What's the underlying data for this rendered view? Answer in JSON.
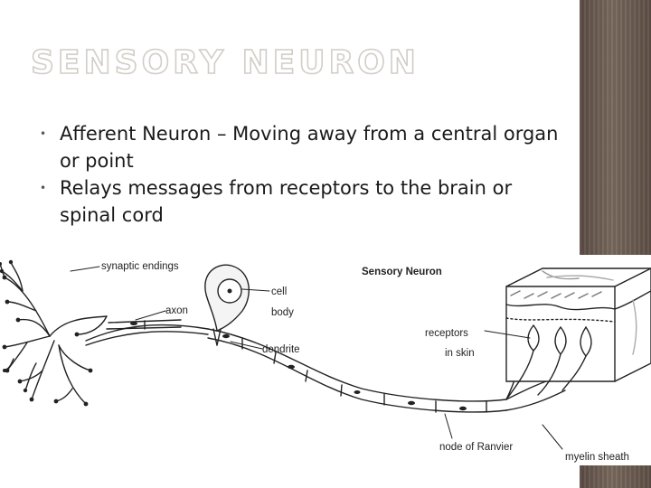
{
  "slide": {
    "title": "SENSORY NEURON",
    "bullets": [
      "Afferent Neuron – Moving away from a central organ or point",
      "Relays messages from receptors to the brain or spinal cord"
    ]
  },
  "diagram": {
    "heading": "Sensory Neuron",
    "labels": {
      "synaptic_endings": "synaptic endings",
      "axon": "axon",
      "cell": "cell",
      "body": "body",
      "dendrite": "dendrite",
      "receptors": "receptors",
      "in_skin": "in skin",
      "node_of_ranvier": "node of Ranvier",
      "myelin_sheath": "myelin sheath"
    }
  },
  "colors": {
    "side_panel": "#6b5d53",
    "ink": "#222222",
    "title_outline": "#d2cdc7"
  }
}
